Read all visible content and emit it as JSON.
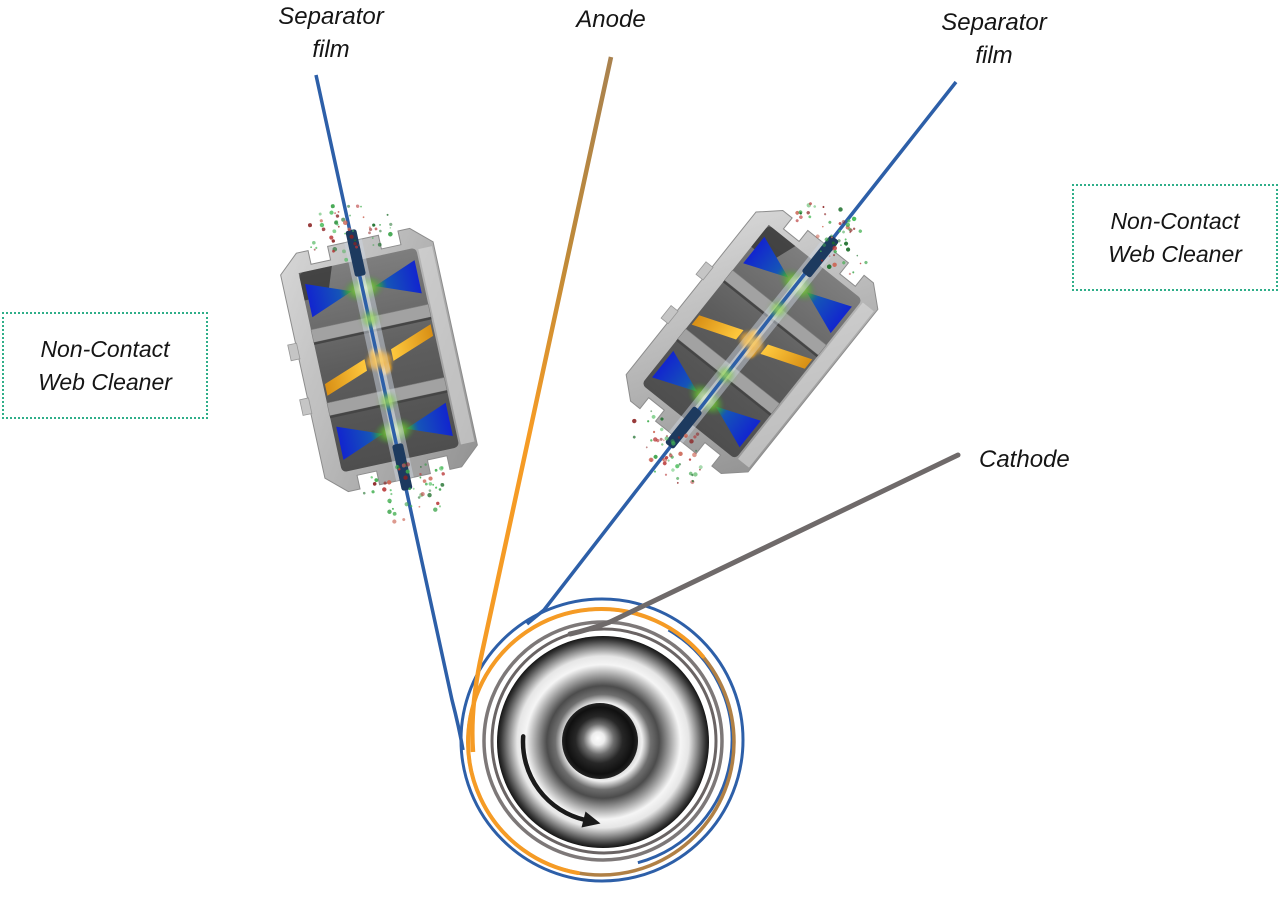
{
  "diagram": {
    "background": "#ffffff",
    "labels": {
      "separator_left_1": "Separator",
      "separator_left_2": "film",
      "anode": "Anode",
      "separator_right_1": "Separator",
      "separator_right_2": "film",
      "cathode": "Cathode",
      "cleaner_left_1": "Non-Contact",
      "cleaner_left_2": "Web Cleaner",
      "cleaner_right_1": "Non-Contact",
      "cleaner_right_2": "Web Cleaner"
    },
    "colors": {
      "separator_film": "#2d5fa8",
      "anode_fresh": "#f59b25",
      "anode_spool_top": "#a9824f",
      "anode_wound": "#b08045",
      "cathode": "#6f6a6a",
      "cleaner_box_border": "#2fae89",
      "film_guide_bar": "#1d3a5f",
      "rotation_arrow": "#1a1a1a"
    },
    "roll": {
      "rotation_direction": "counter-clockwise",
      "layers_outer_to_inner": [
        "separator film",
        "anode",
        "separator film",
        "cathode",
        "wound cell body"
      ]
    }
  }
}
